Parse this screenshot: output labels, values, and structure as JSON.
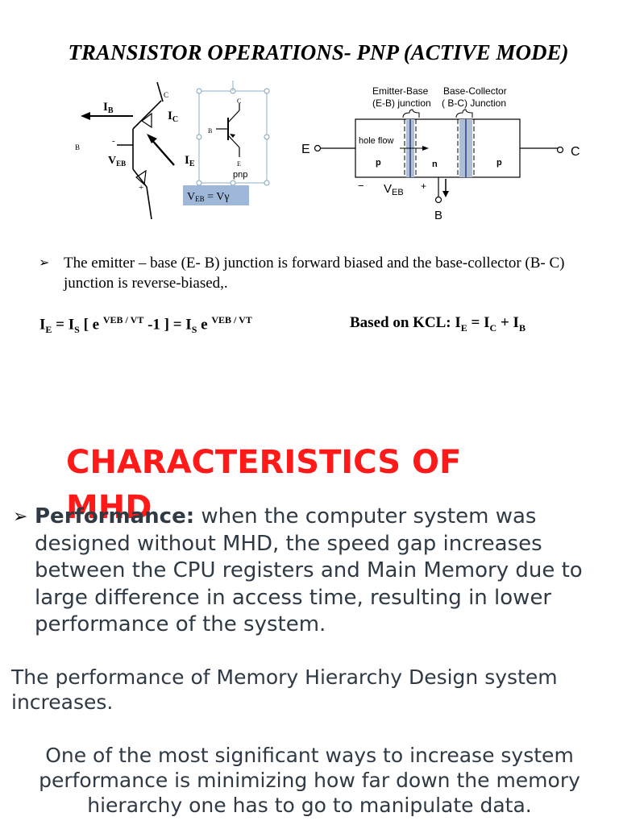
{
  "title": "TRANSISTOR OPERATIONS- PNP (ACTIVE MODE)",
  "figure_left": {
    "ib": "I",
    "ib_sub": "B",
    "ic": "I",
    "ic_sub": "C",
    "ie": "I",
    "ie_sub": "E",
    "veb": "V",
    "veb_sub": "EB",
    "b": "B",
    "c": "C",
    "minus": "-",
    "plus": "+",
    "symbol_c": "C",
    "symbol_b": "B",
    "symbol_e": "E",
    "pnp": "pnp",
    "veb_box": "V",
    "veb_box_sub": "EB",
    "veb_box_eq": " = V",
    "veb_box_gamma": "γ"
  },
  "figure_right": {
    "eb_label_1": "Emitter-Base",
    "eb_label_2": "(E-B) junction",
    "bc_label_1": "Base-Collector",
    "bc_label_2": "( B-C) Junction",
    "e": "E",
    "c": "C",
    "b": "B",
    "hole_flow": "hole flow",
    "p_left": "p",
    "n": "n",
    "p_right": "p",
    "minus": "−",
    "plus": "+",
    "veb": "V",
    "veb_sub": "EB"
  },
  "bullet_text": "The emitter – base (E- B) junction is forward biased and the base-collector (B- C) junction is reverse-biased,.",
  "equation_left": {
    "i": "I",
    "e_sub": "E",
    "eq1": " = I",
    "s_sub": "S",
    "bracket": " [ e ",
    "exp1": "VEB / VT",
    "rest": " -1 ] = I",
    "s_sub2": "S",
    "e2": " e ",
    "exp2": "VEB / VT"
  },
  "equation_right": {
    "lead": "Based on KCL:  I",
    "e_sub": "E",
    "eq": " = I",
    "c_sub": "C",
    "plus": " + I",
    "b_sub": "B"
  },
  "mhd_title": "CHARACTERISTICS OF MHD",
  "performance": {
    "label": "Performance:",
    "text": " when the computer system was designed without MHD, the speed gap increases between the CPU registers and Main Memory due to large difference in access time, resulting in lower performance of the system."
  },
  "para1": "The performance of Memory Hierarchy Design system increases.",
  "para2": "One of the most significant ways to increase system performance is minimizing how far down the memory      hierarchy one has to go to manipulate data."
}
